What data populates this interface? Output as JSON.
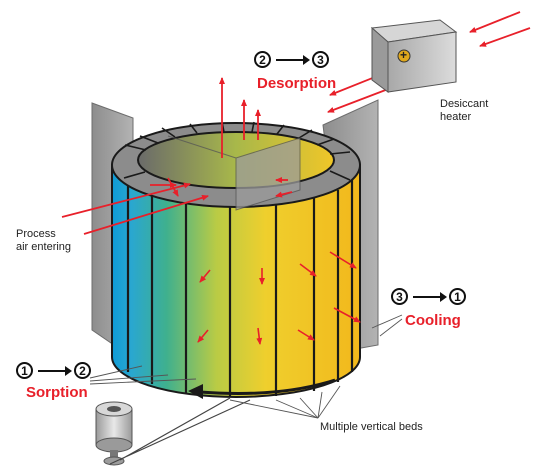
{
  "labels": {
    "desorption": "Desorption",
    "cooling": "Cooling",
    "sorption": "Sorption",
    "heater_line1": "Desiccant",
    "heater_line2": "heater",
    "process_line1": "Process",
    "process_line2": "air entering",
    "beds": "Multiple vertical beds",
    "heater_symbol": "+"
  },
  "steps": {
    "desorption": {
      "from": "2",
      "to": "3"
    },
    "cooling": {
      "from": "3",
      "to": "1"
    },
    "sorption": {
      "from": "1",
      "to": "2"
    }
  },
  "colors": {
    "accent_red": "#e8202a",
    "panel_gray": "#9a9a9a",
    "wheel_yellow": "#f4d531",
    "wheel_blue": "#1fa6d8",
    "wheel_green": "#4fb38f"
  }
}
